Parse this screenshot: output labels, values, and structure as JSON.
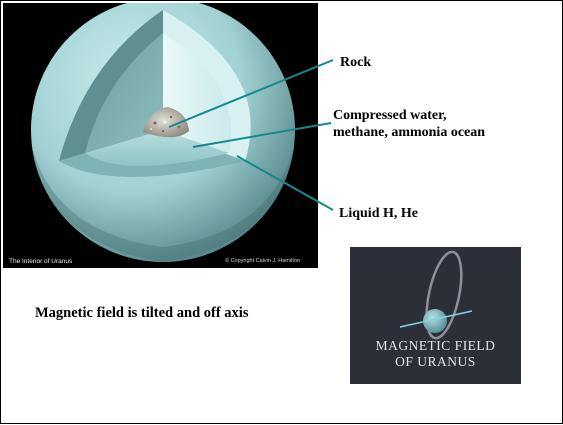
{
  "figure": {
    "caption_title": "The Interior of Uranus",
    "copyright": "© Copyright Calvin J. Hamilton"
  },
  "labels": {
    "rock": "Rock",
    "water_line1": "Compressed water,",
    "water_line2": "methane, ammonia ocean",
    "liquid": "Liquid H, He"
  },
  "caption": "Magnetic field is tilted and off axis",
  "magnetic_panel": {
    "line1": "MAGNETIC FIELD",
    "line2": "OF URANUS"
  },
  "colors": {
    "pointer": "#138b8e",
    "planet": "#9fd0d2",
    "background": "#000000"
  }
}
